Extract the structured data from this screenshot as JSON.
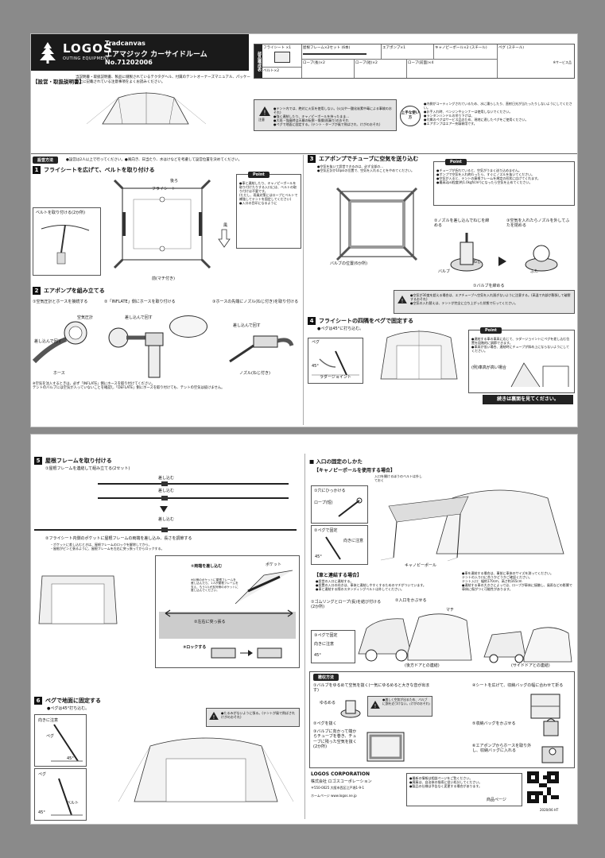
{
  "page1": {
    "brand": "LOGOS",
    "brand_sub": "OUTING EQUIPMENT",
    "product_brand": "Tradcanvas",
    "product_name": "エアマジック カーサイドルーム",
    "product_no": "No.71202006",
    "manual_title": "【設営・取扱説明書】",
    "manual_note": "当説明書・取扱説明書、製品に縫製されているテクタグヘル、付属のテントオーナーズマニュアル、パッケージ上に記載されている注意事項をよくお読みください。",
    "parts_title": "部品構成表",
    "parts": [
      {
        "name": "フライシート",
        "qty": "×1"
      },
      {
        "name": "屋根フレーム×2セット",
        "qty": "(6本)"
      },
      {
        "name": "エアポンプ×1",
        "qty": ""
      },
      {
        "name": "キャノピーポール×2",
        "qty": "(スチール)"
      },
      {
        "name": "ペグ",
        "qty": "(スチール)"
      },
      {
        "name": "ベルト×2",
        "qty": ""
      },
      {
        "name": "ロープ(長)×2",
        "qty": ""
      },
      {
        "name": "ロープ(短)×2",
        "qty": ""
      },
      {
        "name": "ロープ(前面)×4",
        "qty": ""
      }
    ],
    "parts_note": "※サービス品",
    "warning_label": "注意",
    "warning_lines": [
      "●テント内では、絶対に火気を使用しない。(火災や一酸化炭素中毒による事故のおそれ)",
      "●強く連結したり、キャノピーポールを持ったまま...",
      "●大雨・強風時は天幕の転倒・傷損(雨漏り)のおそれ",
      "●ペグで地面に固定する。(テント・タープが風で飛ばされ、けがのおそれ)"
    ],
    "tips_badge": "上手な使い方",
    "tips_lines": [
      "●内側がコーティングされているため、水に濡らしたり、直射日光が当たったりしないようにしてください。",
      "●お手入れ時、ベンジンやシンナーは使用しないでください。",
      "●ランタンハンドルの吊り下げは、",
      "●付属のペグはサービス品のため、現地に適したペグをご使用ください。",
      "●エアポンプはエアー充填専用です。"
    ],
    "howto_label": "設営方法",
    "howto_note": "●設営は2人以上で行ってください。●風向き、日当たり、水はけなどを考慮して設営位置を決めてください。",
    "step1_title": "フライシートを広げて、ベルトを取り付ける",
    "step1_labels": [
      "フライシート",
      "後ろ",
      "ベルトを取り付ける(2か所)",
      "前(マチ付き)",
      "風"
    ],
    "point_label": "Point",
    "step1_point": "●車と連結したり、キャノピーポールを取り付けたりする入口には、ベルトの取り付けは不要です。\n(ただし、雨風対策にはロープとベルトで補強してテントを固定してください)\n●入口の目印になるように",
    "step2_title": "エアポンプを組み立てる",
    "step2_subs": [
      "①空気圧計とホースを接続する",
      "②「INFLATE」側にホースを取り付ける",
      "③ホースの先端にノズル(ねじ付き)を取り付ける"
    ],
    "step2_labels": [
      "空気圧計",
      "差し込んで回す",
      "ホース",
      "差し込んで回す",
      "差し込んで回す",
      "ノズル(ねじ付き)"
    ],
    "step2_note": "※空気を注入するときは、必ず「INFLATE」側にホースを取り付けてください。\nテントのバルブには空気が入っていないことを確認し「DEFLATE」側にホースを取り付けても、テントの空気は抜けません。",
    "step3_title": "エアポンプでチューブに空気を送り込む",
    "step3_notes": "●空気を抜いて設営できるのは、必ず全部の...\n●空気圧計が10psiの位置で、空気を入れることをやめてください。",
    "step3_point": "●チューブが折れていると、空気がうまく送り込めません。\n●ポンプで空気を入れ終わったら、すぐにノズルを抜いてください。\n●空気が入ると、テントの屋根フレームを規定の形状に広げてくれます。\n●最高2psi程度(約1.0kgf/cm²)になったら空気を止めてください。",
    "step3_labels": [
      "バルブの位置(6か所)",
      "②ノズルを差し込んでねじを締める",
      "③空気を入れたらノズルを外してふたを閉める",
      "①バルブを締める",
      "ふた",
      "ねじ",
      "バルブ"
    ],
    "step3_warning": "●空気が30度を超える場合は、エアチューブへ空気を入れ過ぎないように注意する。(高温で内部が膨張して破裂するおそれ)\n●空気の入れ替えは、テントが完全に立ち上がった状態で行ってください。",
    "step4_title": "フライシートの四隅をペグで固定する",
    "step4_sub": "●ペグは45°に打ち込む。",
    "step4_labels": [
      "ペグ",
      "45°",
      "ラダージョイント"
    ],
    "step4_point": "●連結する車の車高に応じて、ラダージョイントにペグを差し込む位置を段階的に調節できます。\n●車高が低い場合、連結時にチューブが斜め上にならないようにしてください。",
    "step4_example": "(例)車高が高い場合",
    "continue": "続きは裏面を見てください。"
  },
  "page2": {
    "step5_title": "屋根フレームを取り付ける",
    "step5_sub1": "①屋根フレームを連結して組み立てる(2セット)",
    "step5_inserts": [
      "差し込む",
      "差し込む",
      "差し込む"
    ],
    "step5_sub2": "②フライシート内側のポケットに屋根フレームの両端を差し込み、長さを調節する",
    "step5_sub2_note": "・ポケットに差し込むときは、屋根フレームのロックを解除してから、\n・屋根がピンと張るように、屋根フレームを左右に突っ張ってからロックする。",
    "step5_labels": [
      "①両端を差し込む",
      "ポケット",
      "②左右に突っ張る",
      "③ロックする"
    ],
    "step5_mini_note": "※片側のポケットに屋根フレームを差し込んだら、1人が屋根フレームを支え、もう1人が反対側のポケットに差し込んでください。",
    "step6_title": "ペグで地面に固定する",
    "step6_sub": "●ペグは45°打ち込む。",
    "step6_labels": [
      "向きに注意",
      "ペグ",
      "45°",
      "ペグ",
      "45°",
      "ベルト"
    ],
    "step6_warning": "●たるみがないように張る。(テントが風で飛ばされけがのおそれ)",
    "entrance_title": "入口の固定のしかた",
    "canopy_title": "【キャノピーポールを使用する場合】",
    "canopy_labels": [
      "入口を開けるほうのベルトは外しておく",
      "①穴にひっかける",
      "ロープ(短)",
      "②ペグで固定",
      "向きに注意",
      "45°",
      "キャノピーポール"
    ],
    "car_title": "【車と連結する場合】",
    "car_notes": "●設営の入口に連結する。\n●設置の入口の向きは、車体と連結しやすくするためのマチがついています。\n●車と連結する際のスタンディングベルトは外してください。",
    "car_labels": [
      "①ゴムリングとロープ(長)を結び付ける(2か所)",
      "②入口をかぶせる",
      "③ペグで固定",
      "向きに注意",
      "45°",
      "(後方ドアとの連結)",
      "(サイドドアとの連結)",
      "マチ"
    ],
    "car_note_right": "●車を連結する場合は、事前に車体のサイズを測ってください。\nテントの入り口に合うかどうかご確認ください。\nテント入口：幅約170cm、高さ約165cm\n●連結する車の大きさによっては、ロープが車体に接触し、風雨などの影響で車体に傷がつく可能性があります。",
    "storage_title": "撤収方法",
    "storage_steps": [
      "①バルブをゆるめて空気を抜く(一気にゆるめると大きな音が出ます)",
      "④シートを広げて、収納バッグの幅に合わせて折る",
      "②ペグを抜く",
      "⑤収納バッグをかぶせる",
      "③バルブに向かって端からチューブを巻き、チューブに残った空気を抜く(2か所)",
      "⑥エアポンプからホースを取り外し、収納バッグに入れる"
    ],
    "storage_labels": [
      "ゆるめる"
    ],
    "storage_warning": "●激しく空気が出るため、バルブに顔を近づけない。(けがのおそれ)",
    "company": "LOGOS CORPORATION",
    "company_jp": "株式会社 ロゴスコーポレーション",
    "company_address": "〒550-0025 大阪市西区江戸堀1-9-1",
    "company_site": "ホームページ www.logos.ne.jp",
    "footer_notes": "●最新の情報は相談ページをご覧ください。\n●廃棄は、自治体の指導に従い処分してください。\n●製品の仕様は予告なく変更する場合があります。",
    "qr_label": "商品ページ",
    "doc_code": "2020/06 HT"
  }
}
